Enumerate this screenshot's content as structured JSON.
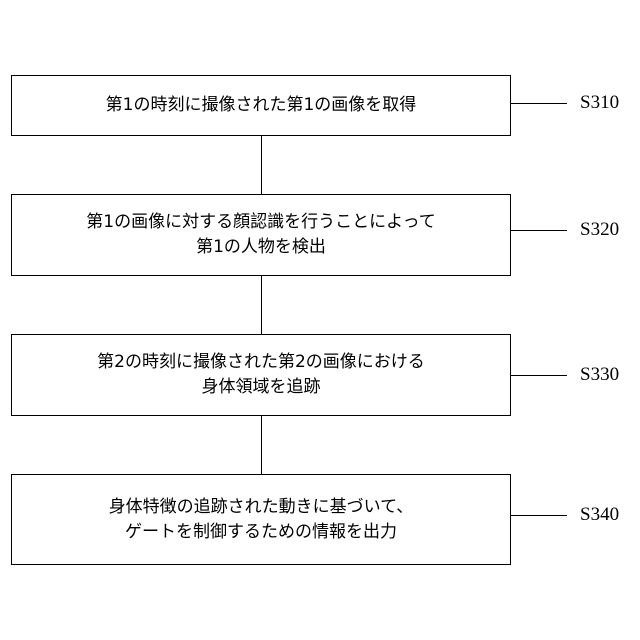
{
  "steps": [
    {
      "id": "S310",
      "lines": [
        "第1の時刻に撮像された第1の画像を取得"
      ]
    },
    {
      "id": "S320",
      "lines": [
        "第1の画像に対する顔認識を行うことによって",
        "第1の人物を検出"
      ]
    },
    {
      "id": "S330",
      "lines": [
        "第2の時刻に撮像された第2の画像における",
        "身体領域を追跡"
      ]
    },
    {
      "id": "S340",
      "lines": [
        "身体特徴の追跡された動きに基づいて、",
        "ゲートを制御するための情報を出力"
      ]
    }
  ]
}
